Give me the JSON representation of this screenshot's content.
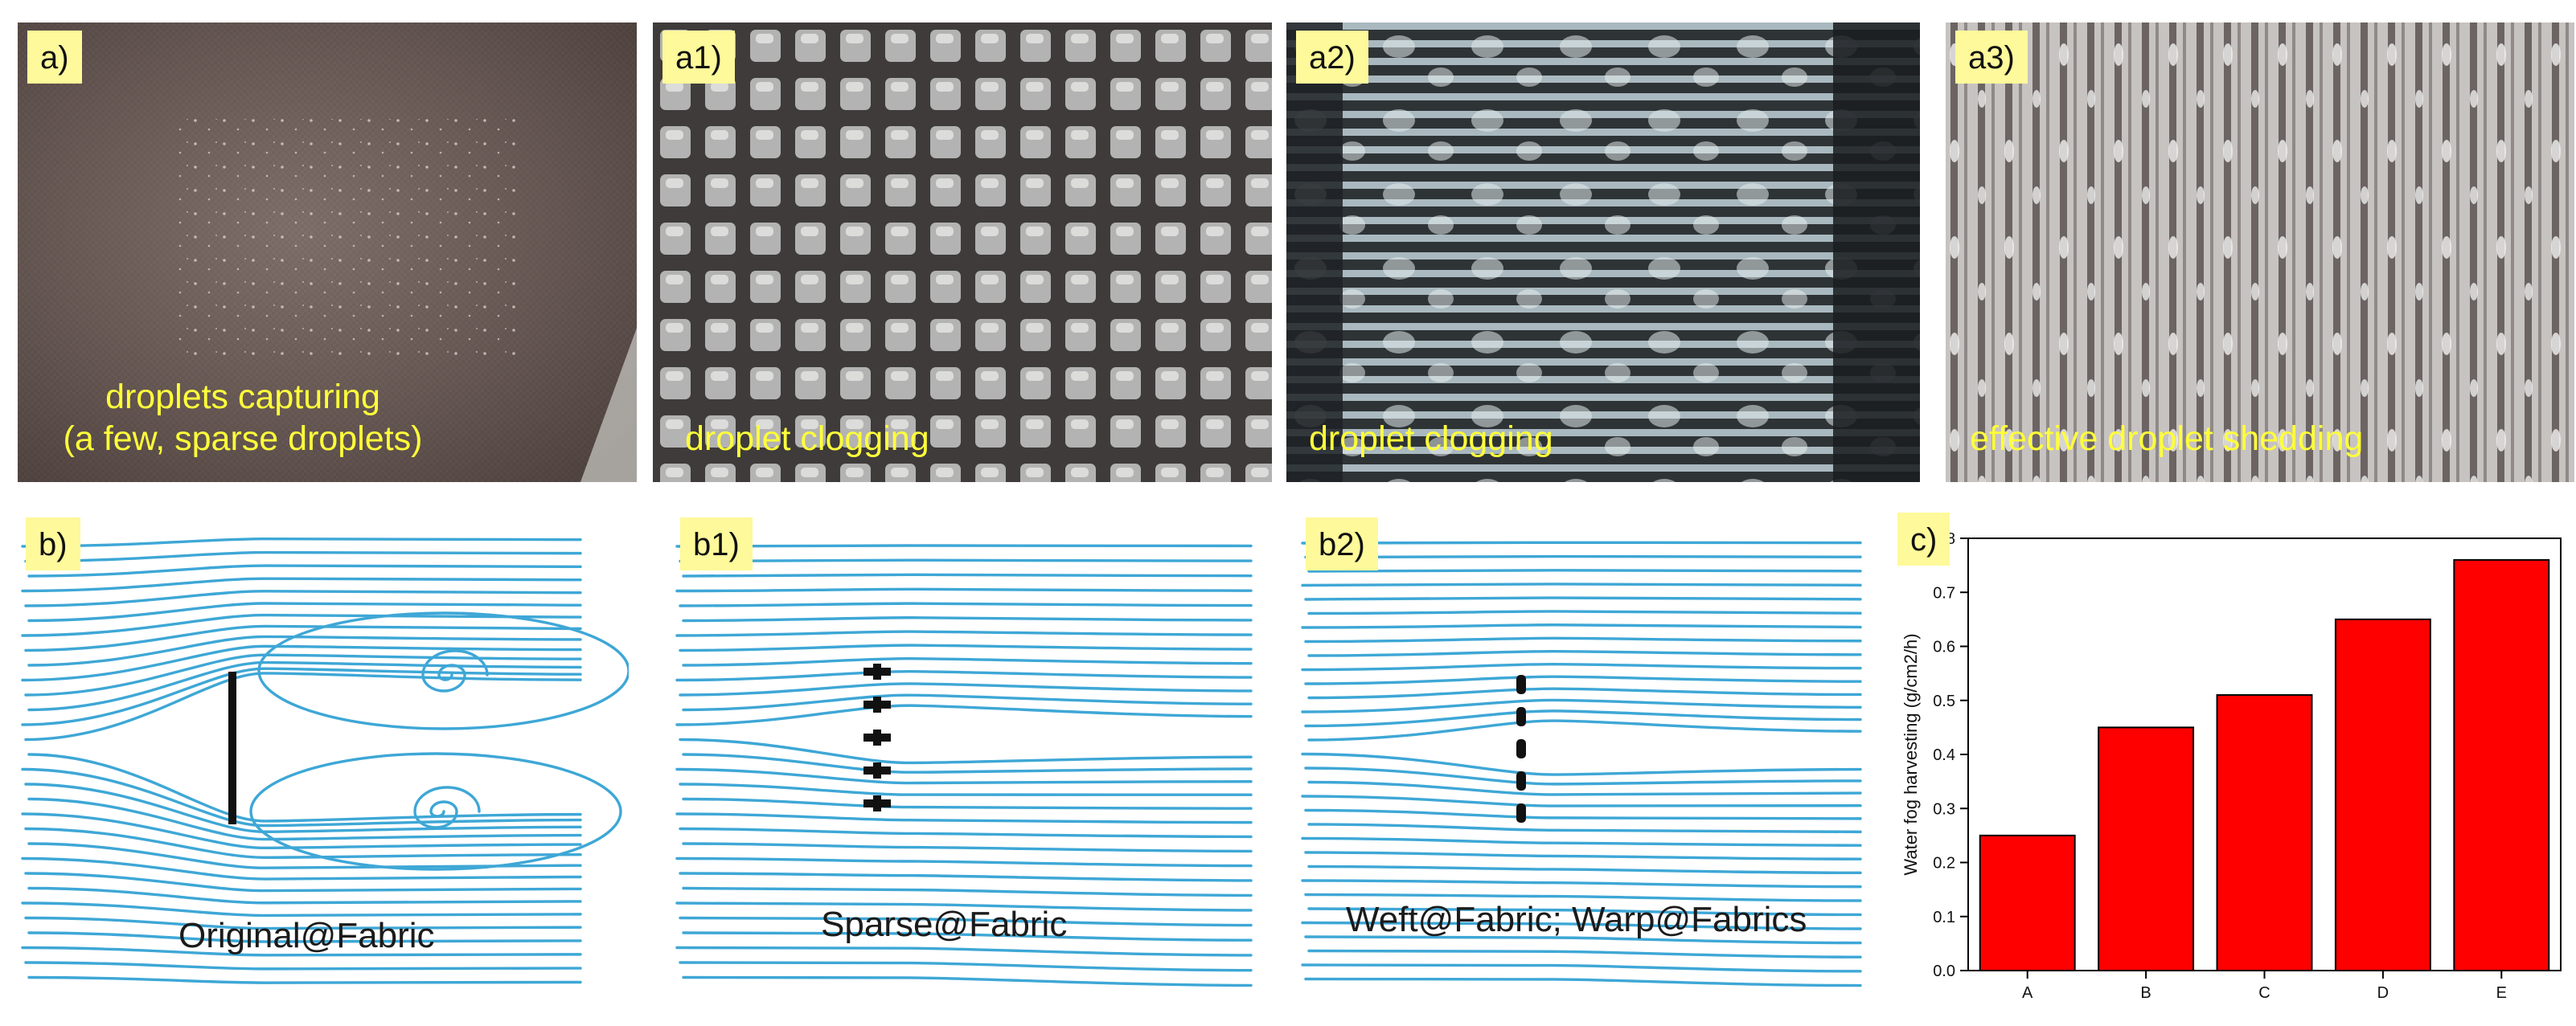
{
  "photos": [
    {
      "tag": "a)",
      "caption_line1": "droplets capturing",
      "caption_line2": "(a few, sparse droplets)"
    },
    {
      "tag": "a1)",
      "caption": "droplet clogging"
    },
    {
      "tag": "a2)",
      "caption": "droplet clogging"
    },
    {
      "tag": "a3)",
      "caption": "effective droplet shedding"
    }
  ],
  "flows": [
    {
      "tag": "b)",
      "caption": "Original@Fabric"
    },
    {
      "tag": "b1)",
      "caption": "Sparse@Fabric"
    },
    {
      "tag": "b2)",
      "caption": "Weft@Fabric; Warp@Fabrics"
    }
  ],
  "colors": {
    "streamline": "#3ea7d6",
    "bar": "#ff0000",
    "label_bg": "#fef99a",
    "caption": "#ffff3a"
  },
  "chart_tag": "c)",
  "chart_data": {
    "type": "bar",
    "categories": [
      "A",
      "B",
      "C",
      "D",
      "E"
    ],
    "values": [
      0.25,
      0.45,
      0.51,
      0.65,
      0.76
    ],
    "title": "",
    "xlabel": "",
    "ylabel": "Water fog harvesting (g/cm2/h)",
    "ylim": [
      0.0,
      0.8
    ],
    "yticks": [
      "0.0",
      "0.1",
      "0.2",
      "0.3",
      "0.4",
      "0.5",
      "0.6",
      "0.7",
      "0.8"
    ],
    "grid": false
  }
}
